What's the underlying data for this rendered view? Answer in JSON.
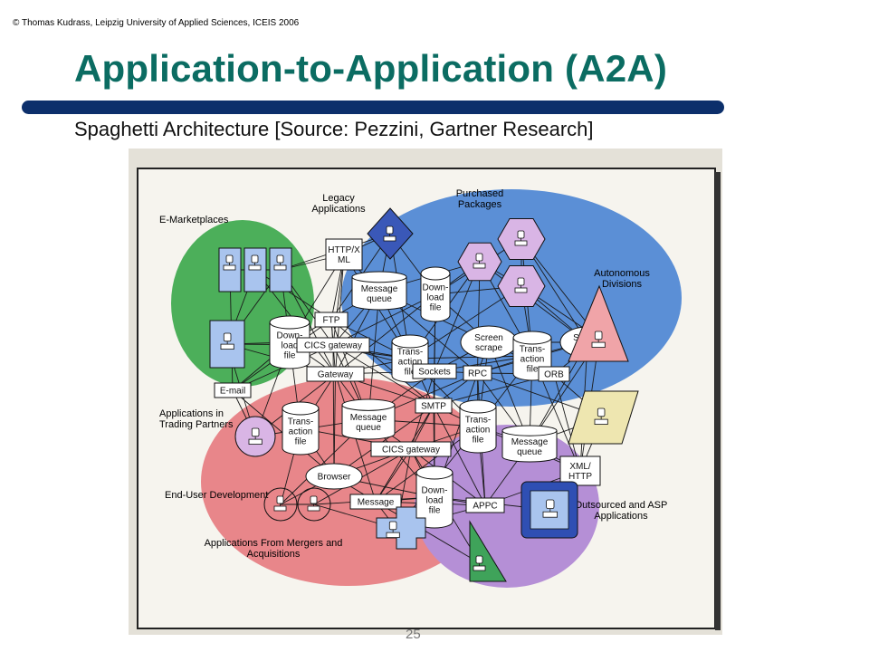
{
  "header": {
    "copyright": "© Thomas Kudrass, Leipzig University of Applied Sciences, ICEIS 2006",
    "title": "Application-to-Application (A2A)",
    "subtitle": "Spaghetti Architecture [Source: Pezzini, Gartner Research]"
  },
  "footer": {
    "page_number": "25"
  },
  "colors": {
    "title": "#0b6c62",
    "bar": "#0c2f6b",
    "e_marketplaces": "#4caf5a",
    "purchased_packages": "#5b8fd6",
    "trading_partners": "#e8868a",
    "outsourced": "#b58fd6",
    "node_fill": "#ffffff",
    "server_icon": "#a9c4ee",
    "diamond": "#3a58b8",
    "hexagon": "#d9b5e5",
    "triangle_red": "#f0a4a8",
    "parallelogram": "#eee6b0",
    "triangle_green": "#3fa35a"
  },
  "diagram": {
    "regions": {
      "e_marketplaces": "E-Marketplaces",
      "legacy": "Legacy\nApplications",
      "purchased": "Purchased\nPackages",
      "autonomous": "Autonomous\nDivisions",
      "trading": "Applications in\nTrading Partners",
      "end_user": "End-User Development",
      "mergers": "Applications From Mergers and\nAcquisitions",
      "outsourced": "Outsourced and ASP\nApplications"
    },
    "nodes": {
      "http_xml": "HTTP/X\nML",
      "mq1": "Message\nqueue",
      "dl1": "Down-\nload\nfile",
      "ftp": "FTP",
      "dl2": "Down-\nload\nfile",
      "screen1": "Screen\nscrape",
      "screen2": "Screen\nscrape",
      "cics1": "CICS gateway",
      "tf1": "Trans-\naction\nfile",
      "tf2": "Trans-\naction\nfile",
      "gateway": "Gateway",
      "sockets": "Sockets",
      "rpc": "RPC",
      "orb": "ORB",
      "email": "E-mail",
      "tf3": "Trans-\naction\nfile",
      "mq2": "Message\nqueue",
      "smtp": "SMTP",
      "tf4": "Trans-\naction\nfile",
      "mq3": "Message\nqueue",
      "cics2": "CICS gateway",
      "browser": "Browser",
      "xmlhttp": "XML/\nHTTP",
      "message": "Message",
      "dl3": "Down-\nload\nfile",
      "appc": "APPC"
    }
  }
}
